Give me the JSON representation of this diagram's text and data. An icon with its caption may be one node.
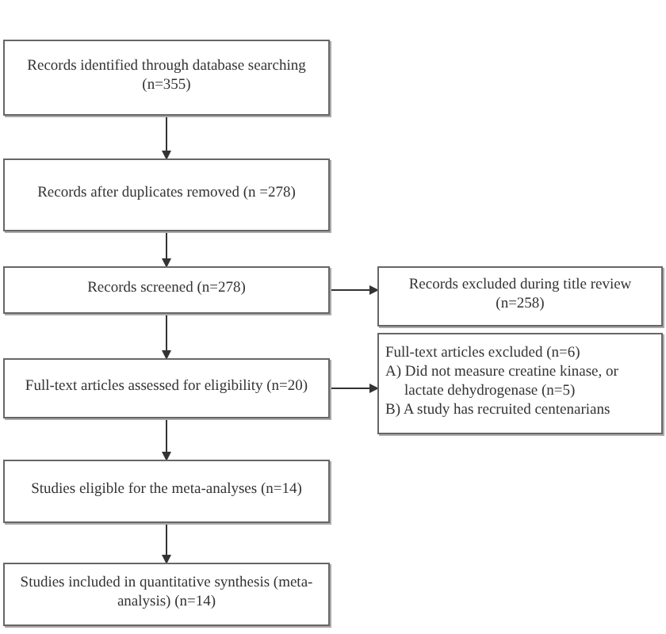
{
  "diagram": {
    "nodes": [
      {
        "text": [
          "Records identified through database searching (n=355)"
        ]
      },
      {
        "text": [
          "Records after duplicates removed (n =278)"
        ]
      },
      {
        "text": [
          "Records screened (n=278)"
        ]
      },
      {
        "text": [
          "Full-text articles assessed for eligibility (n=20)"
        ]
      },
      {
        "text": [
          "Studies eligible for the meta-analyses (n=14)"
        ]
      },
      {
        "text": [
          "Studies included in quantitative synthesis (meta-analysis) (n=14)"
        ]
      },
      {
        "text": [
          "Records excluded during title review (n=258)"
        ]
      },
      {
        "text": [
          "Full-text articles excluded (n=6)",
          "A) Did not measure creatine kinase, or lactate dehydrogenase (n=5)",
          "B) A study has recruited centenarians"
        ]
      }
    ],
    "edges": [
      {
        "from": 0,
        "to": 1,
        "arrow": "to"
      },
      {
        "from": 1,
        "to": 2,
        "arrow": "to"
      },
      {
        "from": 2,
        "to": 3,
        "arrow": "to"
      },
      {
        "from": 3,
        "to": 4,
        "arrow": "to"
      },
      {
        "from": 4,
        "to": 5,
        "arrow": "to"
      },
      {
        "from": 2,
        "to": 6,
        "arrow": "to"
      },
      {
        "from": 3,
        "to": 7,
        "arrow": "to"
      }
    ]
  }
}
